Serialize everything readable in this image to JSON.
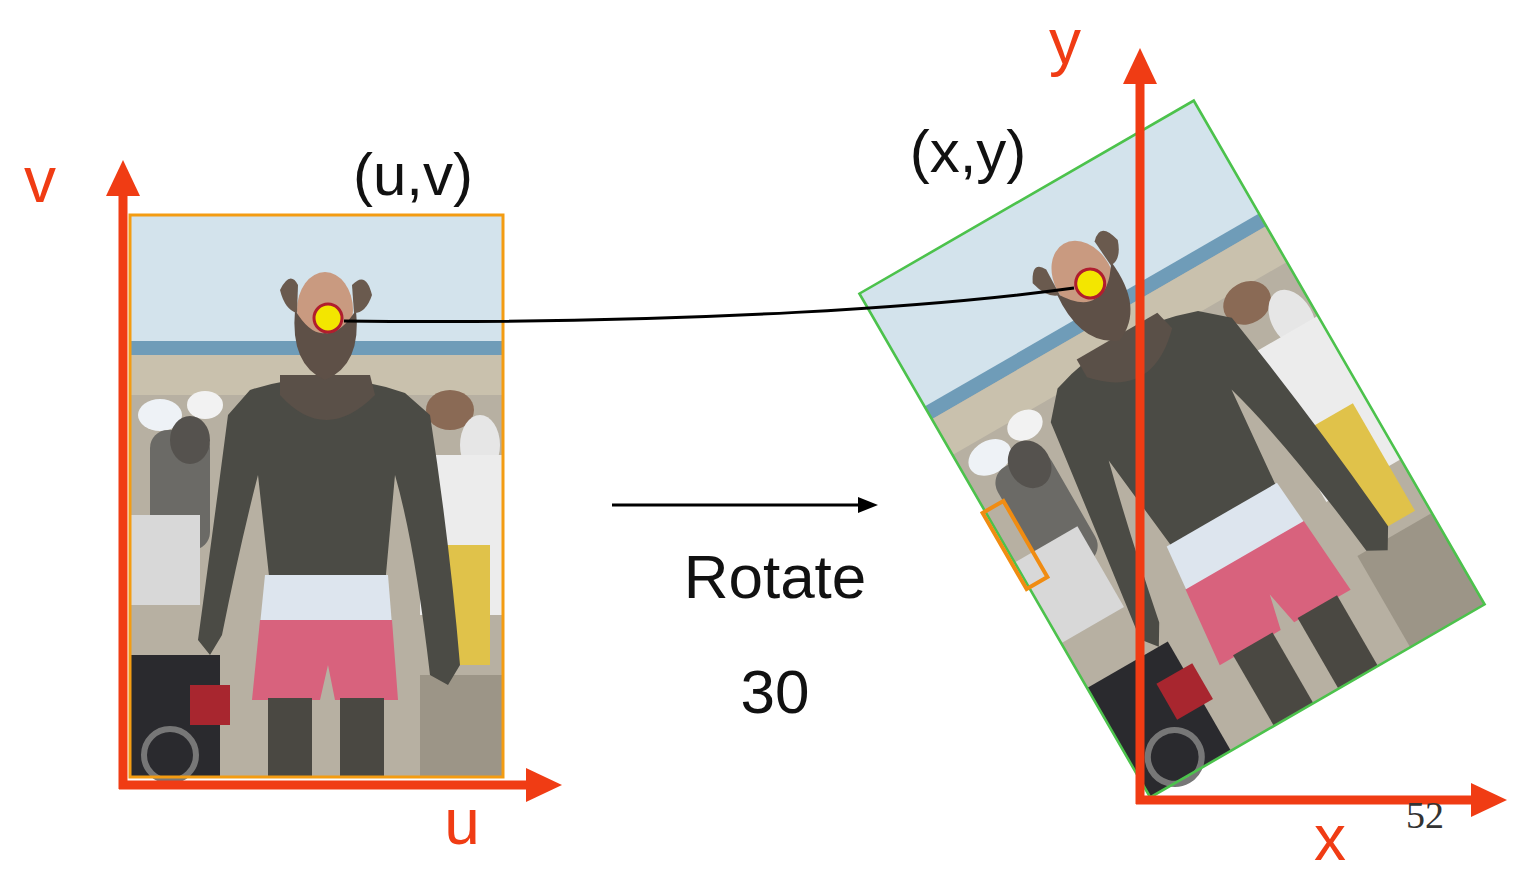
{
  "diagram": {
    "labels": [
      "y",
      "(u,v)",
      "(x,y)",
      "v",
      "Rotate 30",
      "u",
      "x",
      "52"
    ]
  }
}
